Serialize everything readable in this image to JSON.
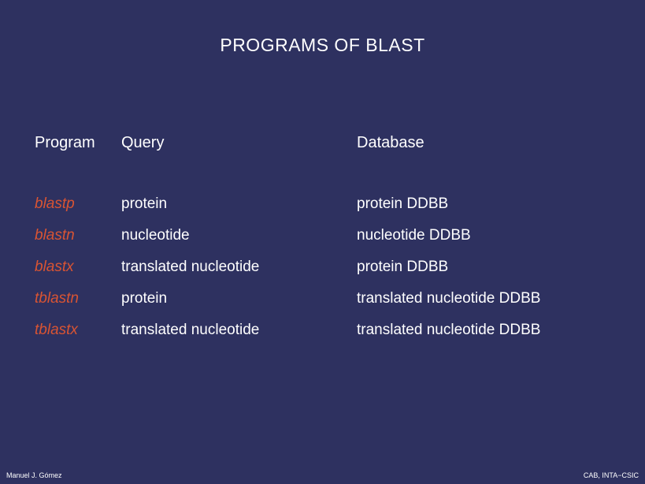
{
  "slide": {
    "title": "PROGRAMS OF BLAST",
    "background_color": "#2e3160",
    "accent_color": "#d85433",
    "text_color": "#ffffff"
  },
  "table": {
    "headers": {
      "program": "Program",
      "query": "Query",
      "database": "Database"
    },
    "rows": [
      {
        "program": "blastp",
        "query": "protein",
        "database": "protein DDBB"
      },
      {
        "program": "blastn",
        "query": "nucleotide",
        "database": "nucleotide DDBB"
      },
      {
        "program": "blastx",
        "query": "translated nucleotide",
        "database": "protein DDBB"
      },
      {
        "program": "tblastn",
        "query": "protein",
        "database": "translated nucleotide DDBB"
      },
      {
        "program": "tblastx",
        "query": "translated nucleotide",
        "database": "translated nucleotide DDBB"
      }
    ]
  },
  "footer": {
    "left": "Manuel J. Gómez",
    "right": "CAB, INTA−CSIC"
  }
}
